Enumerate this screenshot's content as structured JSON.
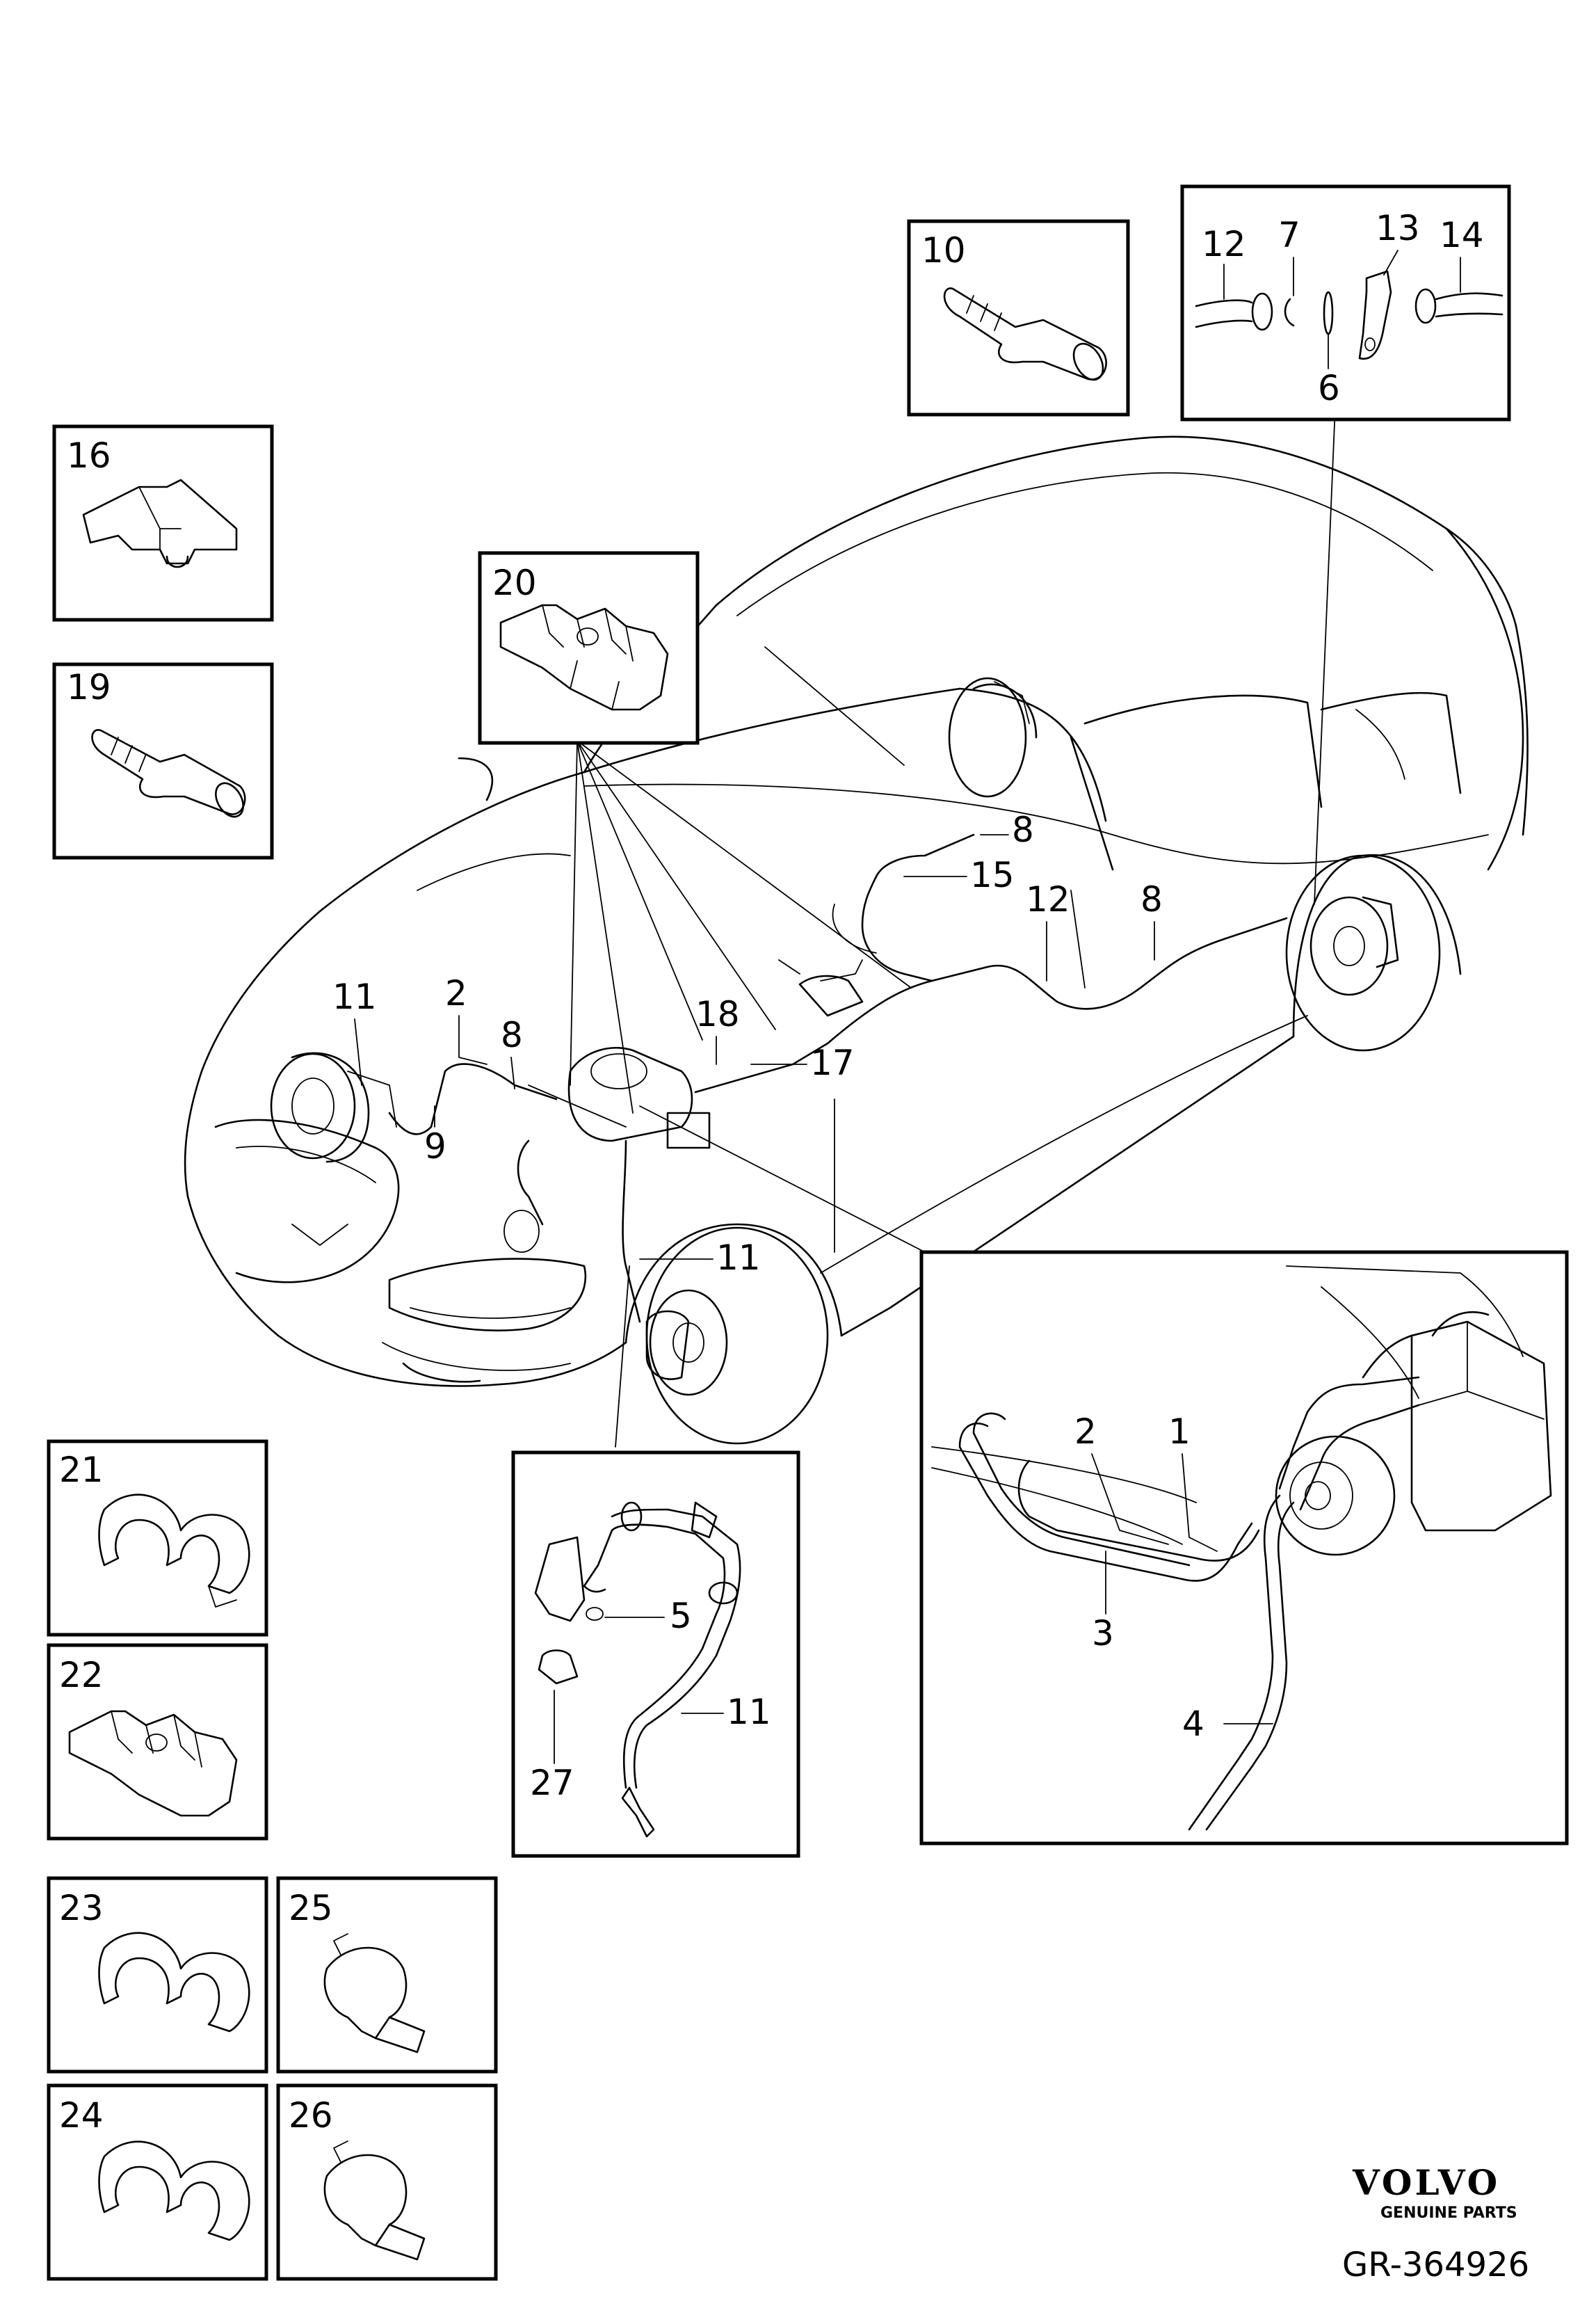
{
  "diagram": {
    "callouts": {
      "main": [
        "11",
        "2",
        "8",
        "9",
        "11",
        "18",
        "17",
        "8",
        "15",
        "12",
        "8"
      ],
      "inset_abs": [
        "2",
        "1",
        "3",
        "4"
      ],
      "inset_hose": [
        "5",
        "11",
        "27"
      ],
      "inset_cable": [
        "12",
        "7",
        "13",
        "14",
        "6"
      ],
      "inset_stud": "10",
      "inset_16": "16",
      "inset_19": "19",
      "inset_20": "20",
      "inset_21": "21",
      "inset_22": "22",
      "inset_23": "23",
      "inset_24": "24",
      "inset_25": "25",
      "inset_26": "26"
    }
  },
  "branding": {
    "logo_text": "VOLVO",
    "logo_sub": "GENUINE PARTS",
    "reference": "GR-364926"
  }
}
